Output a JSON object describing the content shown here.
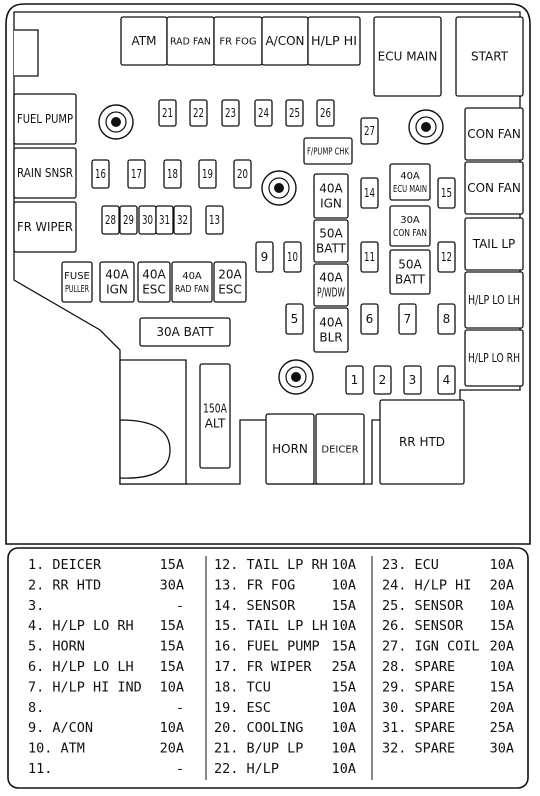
{
  "fuses": [
    {
      "id": "atm",
      "label": [
        "ATM"
      ]
    },
    {
      "id": "rad-fan",
      "label": [
        "RAD FAN"
      ]
    },
    {
      "id": "fr-fog",
      "label": [
        "FR FOG"
      ]
    },
    {
      "id": "a-con",
      "label": [
        "A/CON"
      ]
    },
    {
      "id": "h-lp-hi",
      "label": [
        "H/LP HI"
      ]
    },
    {
      "id": "ecu-main",
      "label": [
        "ECU MAIN"
      ]
    },
    {
      "id": "start",
      "label": [
        "START"
      ]
    },
    {
      "id": "fuel-pump",
      "label": [
        "FUEL PUMP"
      ]
    },
    {
      "id": "rain-snsr",
      "label": [
        "RAIN SNSR"
      ]
    },
    {
      "id": "fr-wiper",
      "label": [
        "FR WIPER"
      ]
    },
    {
      "id": "con-fan-1",
      "label": [
        "CON FAN"
      ]
    },
    {
      "id": "con-fan-2",
      "label": [
        "CON FAN"
      ]
    },
    {
      "id": "tail-lp",
      "label": [
        "TAIL LP"
      ]
    },
    {
      "id": "h-lp-lo-lh",
      "label": [
        "H/LP LO LH"
      ]
    },
    {
      "id": "h-lp-lo-rh",
      "label": [
        "H/LP LO RH"
      ]
    },
    {
      "id": "f-pump-chk",
      "label": [
        "F/PUMP CHK"
      ]
    },
    {
      "id": "ign-40a",
      "label": [
        "40A",
        "IGN"
      ]
    },
    {
      "id": "batt-50a",
      "label": [
        "50A",
        "BATT"
      ]
    },
    {
      "id": "p-wdw-40a",
      "label": [
        "40A",
        "P/WDW"
      ]
    },
    {
      "id": "blr-40a",
      "label": [
        "40A",
        "BLR"
      ]
    },
    {
      "id": "ecu-main-40a",
      "label": [
        "40A",
        "ECU MAIN"
      ]
    },
    {
      "id": "con-fan-30a",
      "label": [
        "30A",
        "CON FAN"
      ]
    },
    {
      "id": "batt-50a-2",
      "label": [
        "50A",
        "BATT"
      ]
    },
    {
      "id": "fuse-puller",
      "label": [
        "FUSE",
        "PULLER"
      ]
    },
    {
      "id": "ign-40a-2",
      "label": [
        "40A",
        "IGN"
      ]
    },
    {
      "id": "esc-40a",
      "label": [
        "40A",
        "ESC"
      ]
    },
    {
      "id": "rad-fan-40a",
      "label": [
        "40A",
        "RAD FAN"
      ]
    },
    {
      "id": "esc-20a",
      "label": [
        "20A",
        "ESC"
      ]
    },
    {
      "id": "batt-30a",
      "label": [
        "30A BATT"
      ]
    },
    {
      "id": "alt-150a",
      "label": [
        "150A",
        "ALT"
      ]
    },
    {
      "id": "horn",
      "label": [
        "HORN"
      ]
    },
    {
      "id": "deicer",
      "label": [
        "DEICER"
      ]
    },
    {
      "id": "rr-htd",
      "label": [
        "RR HTD"
      ]
    },
    {
      "id": "n21",
      "label": [
        "21"
      ]
    },
    {
      "id": "n22",
      "label": [
        "22"
      ]
    },
    {
      "id": "n23",
      "label": [
        "23"
      ]
    },
    {
      "id": "n24",
      "label": [
        "24"
      ]
    },
    {
      "id": "n25",
      "label": [
        "25"
      ]
    },
    {
      "id": "n26",
      "label": [
        "26"
      ]
    },
    {
      "id": "n27",
      "label": [
        "27"
      ]
    },
    {
      "id": "n16",
      "label": [
        "16"
      ]
    },
    {
      "id": "n17",
      "label": [
        "17"
      ]
    },
    {
      "id": "n18",
      "label": [
        "18"
      ]
    },
    {
      "id": "n19",
      "label": [
        "19"
      ]
    },
    {
      "id": "n20",
      "label": [
        "20"
      ]
    },
    {
      "id": "n28",
      "label": [
        "28"
      ]
    },
    {
      "id": "n29",
      "label": [
        "29"
      ]
    },
    {
      "id": "n30",
      "label": [
        "30"
      ]
    },
    {
      "id": "n31",
      "label": [
        "31"
      ]
    },
    {
      "id": "n32",
      "label": [
        "32"
      ]
    },
    {
      "id": "n13",
      "label": [
        "13"
      ]
    },
    {
      "id": "n14",
      "label": [
        "14"
      ]
    },
    {
      "id": "n15",
      "label": [
        "15"
      ]
    },
    {
      "id": "n9",
      "label": [
        "9"
      ]
    },
    {
      "id": "n10",
      "label": [
        "10"
      ]
    },
    {
      "id": "n11",
      "label": [
        "11"
      ]
    },
    {
      "id": "n12",
      "label": [
        "12"
      ]
    },
    {
      "id": "n5",
      "label": [
        "5"
      ]
    },
    {
      "id": "n6",
      "label": [
        "6"
      ]
    },
    {
      "id": "n7",
      "label": [
        "7"
      ]
    },
    {
      "id": "n8",
      "label": [
        "8"
      ]
    },
    {
      "id": "n1",
      "label": [
        "1"
      ]
    },
    {
      "id": "n2",
      "label": [
        "2"
      ]
    },
    {
      "id": "n3",
      "label": [
        "3"
      ]
    },
    {
      "id": "n4",
      "label": [
        "4"
      ]
    }
  ],
  "legend": [
    [
      {
        "name": "1. DEICER",
        "amp": "15A"
      },
      {
        "name": "2. RR HTD",
        "amp": "30A"
      },
      {
        "name": "3.",
        "amp": "-"
      },
      {
        "name": "4. H/LP LO RH",
        "amp": "15A"
      },
      {
        "name": "5. HORN",
        "amp": "15A"
      },
      {
        "name": "6. H/LP LO LH",
        "amp": "15A"
      },
      {
        "name": "7. H/LP HI IND",
        "amp": "10A"
      },
      {
        "name": "8.",
        "amp": "-"
      },
      {
        "name": "9. A/CON",
        "amp": "10A"
      },
      {
        "name": "10. ATM",
        "amp": "20A"
      },
      {
        "name": "11.",
        "amp": "-"
      }
    ],
    [
      {
        "name": "12. TAIL LP RH",
        "amp": "10A"
      },
      {
        "name": "13. FR FOG",
        "amp": "10A"
      },
      {
        "name": "14. SENSOR",
        "amp": "15A"
      },
      {
        "name": "15. TAIL LP LH",
        "amp": "10A"
      },
      {
        "name": "16. FUEL PUMP",
        "amp": "15A"
      },
      {
        "name": "17. FR WIPER",
        "amp": "25A"
      },
      {
        "name": "18. TCU",
        "amp": "15A"
      },
      {
        "name": "19. ESC",
        "amp": "10A"
      },
      {
        "name": "20. COOLING",
        "amp": "10A"
      },
      {
        "name": "21. B/UP LP",
        "amp": "10A"
      },
      {
        "name": "22. H/LP",
        "amp": "10A"
      }
    ],
    [
      {
        "name": "23. ECU",
        "amp": "10A"
      },
      {
        "name": "24. H/LP HI",
        "amp": "20A"
      },
      {
        "name": "25. SENSOR",
        "amp": "10A"
      },
      {
        "name": "26. SENSOR",
        "amp": "15A"
      },
      {
        "name": "27. IGN COIL",
        "amp": "20A"
      },
      {
        "name": "28. SPARE",
        "amp": "10A"
      },
      {
        "name": "29. SPARE",
        "amp": "15A"
      },
      {
        "name": "30. SPARE",
        "amp": "20A"
      },
      {
        "name": "31. SPARE",
        "amp": "25A"
      },
      {
        "name": "32. SPARE",
        "amp": "30A"
      }
    ]
  ]
}
